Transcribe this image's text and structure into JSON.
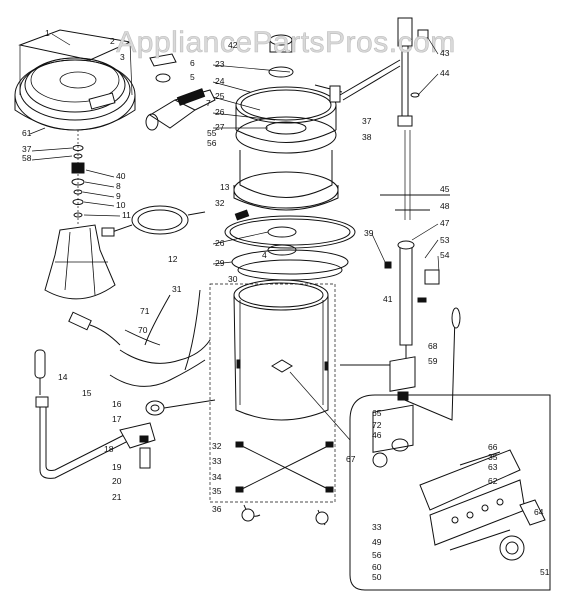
{
  "watermark": "AppliancePartsPros.com",
  "part_labels": {
    "p1": "1",
    "p2": "2",
    "p3": "3",
    "p4": "4",
    "p5": "5",
    "p6": "6",
    "p7": "7",
    "p8": "8",
    "p9": "9",
    "p10": "10",
    "p11": "11",
    "p12": "12",
    "p13": "13",
    "p14": "14",
    "p15": "15",
    "p16": "16",
    "p17": "17",
    "p18": "18",
    "p19": "19",
    "p20": "20",
    "p21": "21",
    "p23": "23",
    "p24": "24",
    "p25": "25",
    "p26a": "26",
    "p26b": "26",
    "p27": "27",
    "p29": "29",
    "p30": "30",
    "p31": "31",
    "p32a": "32",
    "p32b": "32",
    "p33a": "33",
    "p33b": "33",
    "p34": "34",
    "p35a": "35",
    "p35b": "35",
    "p36": "36",
    "p37a": "37",
    "p37b": "37",
    "p38": "38",
    "p39": "39",
    "p40": "40",
    "p41": "41",
    "p43": "43",
    "p44": "44",
    "p45": "45",
    "p46": "46",
    "p47": "47",
    "p48": "48",
    "p49": "49",
    "p50": "50",
    "p51": "51",
    "p53": "53",
    "p54": "54",
    "p55": "55",
    "p56a": "56",
    "p56b": "56",
    "p58": "58",
    "p59": "59",
    "p60": "60",
    "p61": "61",
    "p62": "62",
    "p63": "63",
    "p64": "64",
    "p65": "65",
    "p66": "66",
    "p67": "67",
    "p68": "68",
    "p70": "70",
    "p71": "71",
    "p72": "72",
    "p42": "42"
  }
}
